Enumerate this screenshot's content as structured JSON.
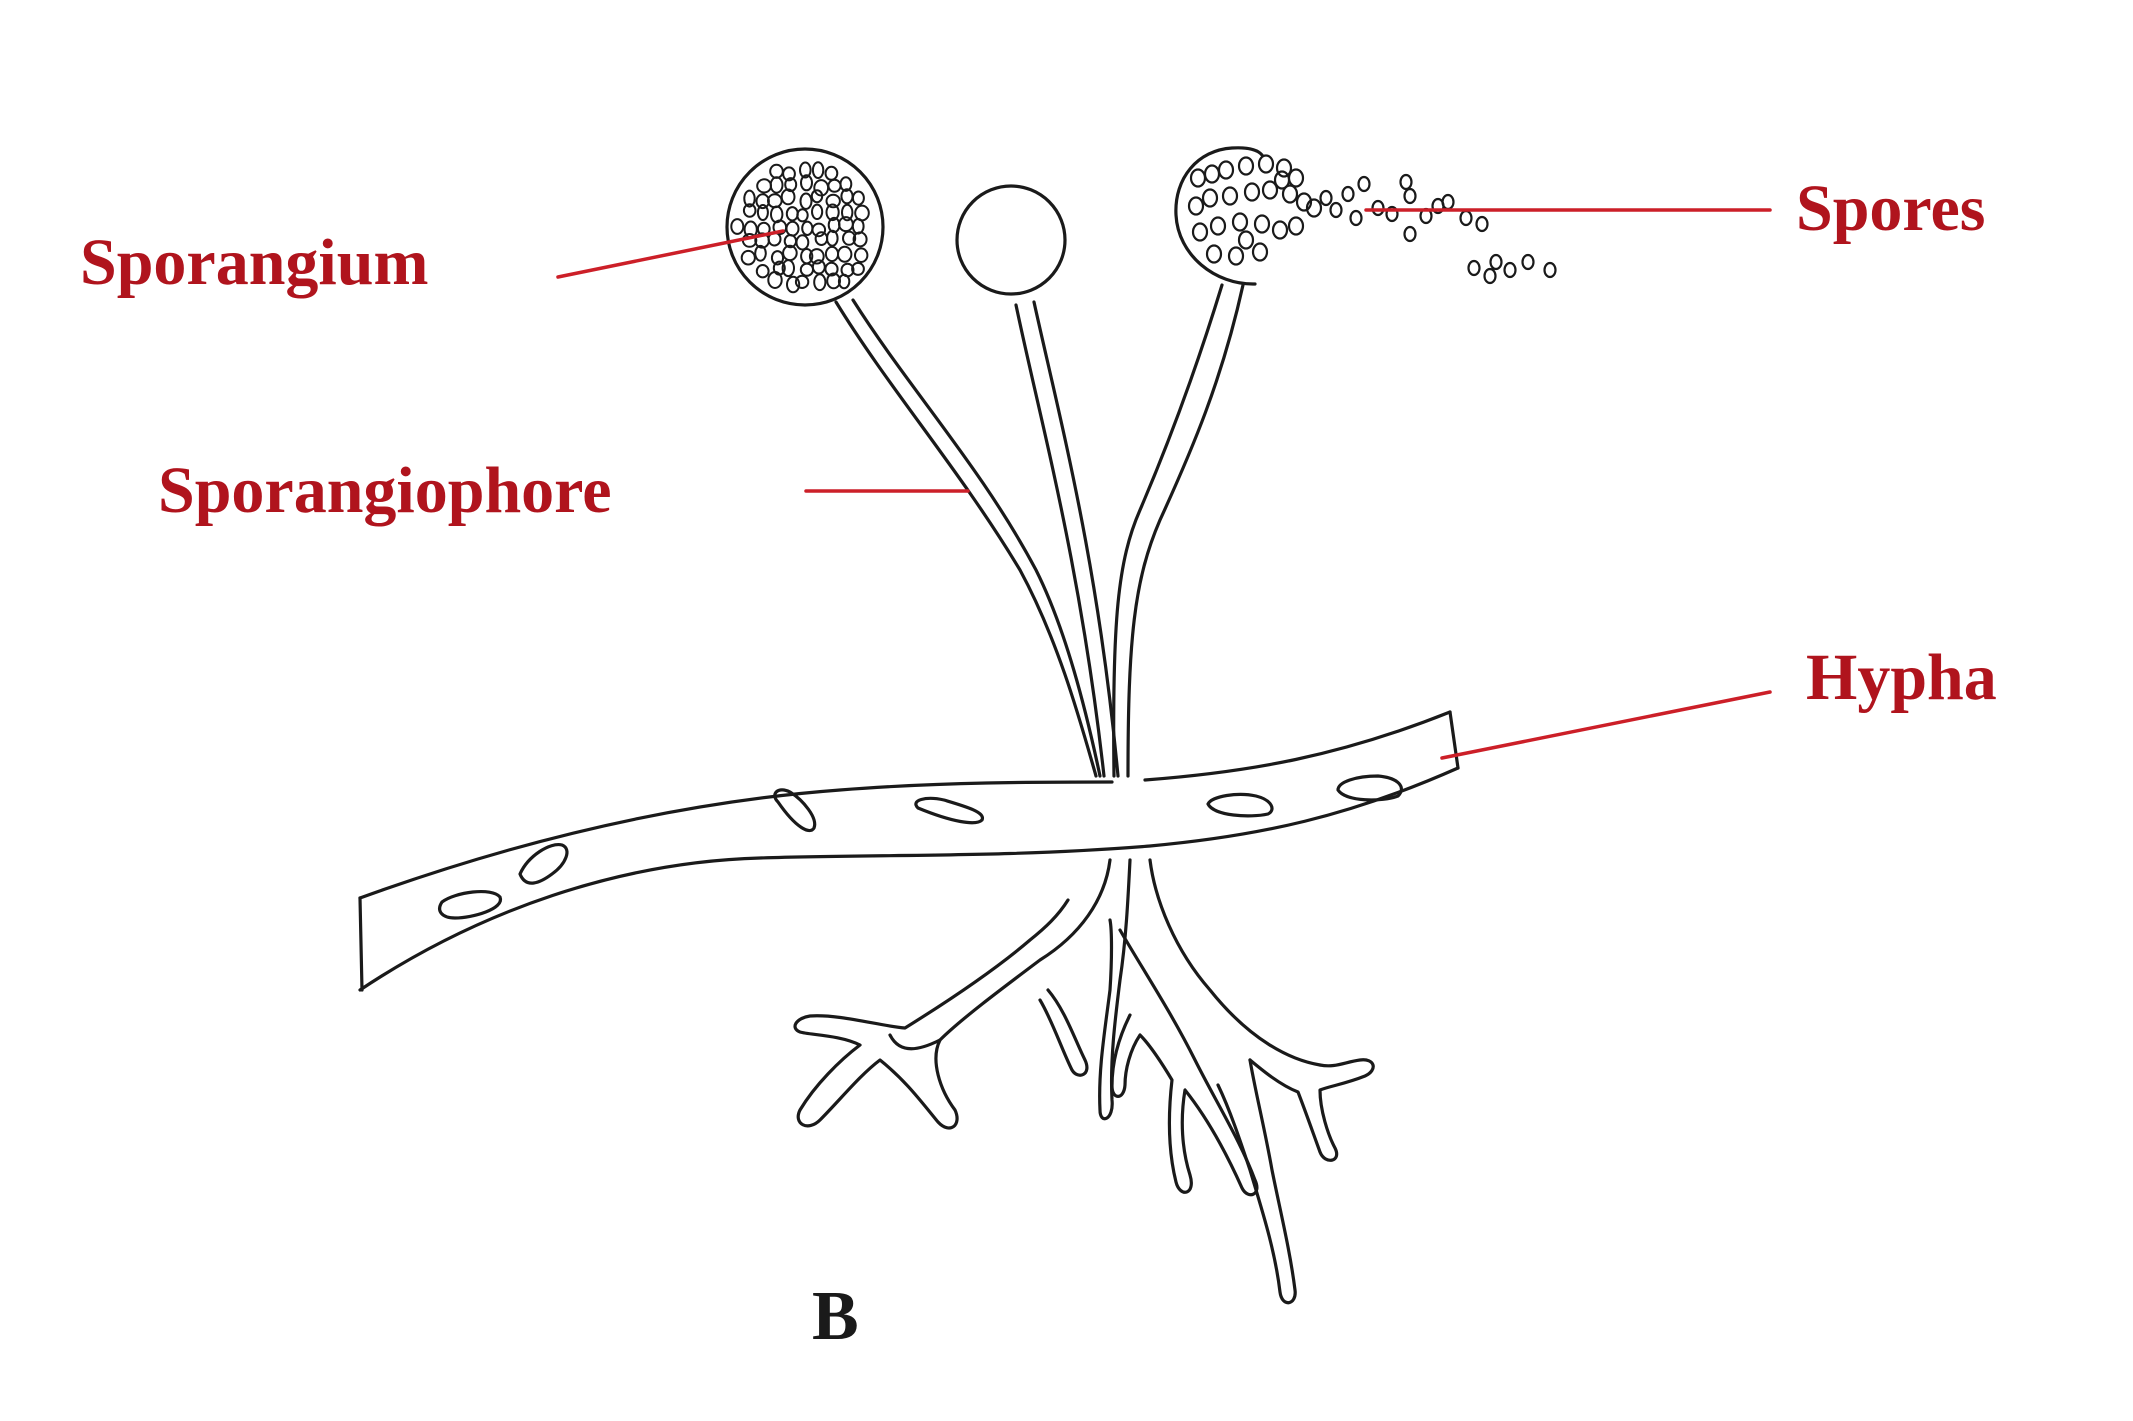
{
  "labels": {
    "sporangium": "Sporangium",
    "sporangiophore": "Sporangiophore",
    "spores": "Spores",
    "hypha": "Hypha"
  },
  "panel_letter": "B",
  "colors": {
    "label": "#b0141d",
    "leader_line": "#cc1f28",
    "outline": "#1a1a1a",
    "background": "#ffffff"
  }
}
